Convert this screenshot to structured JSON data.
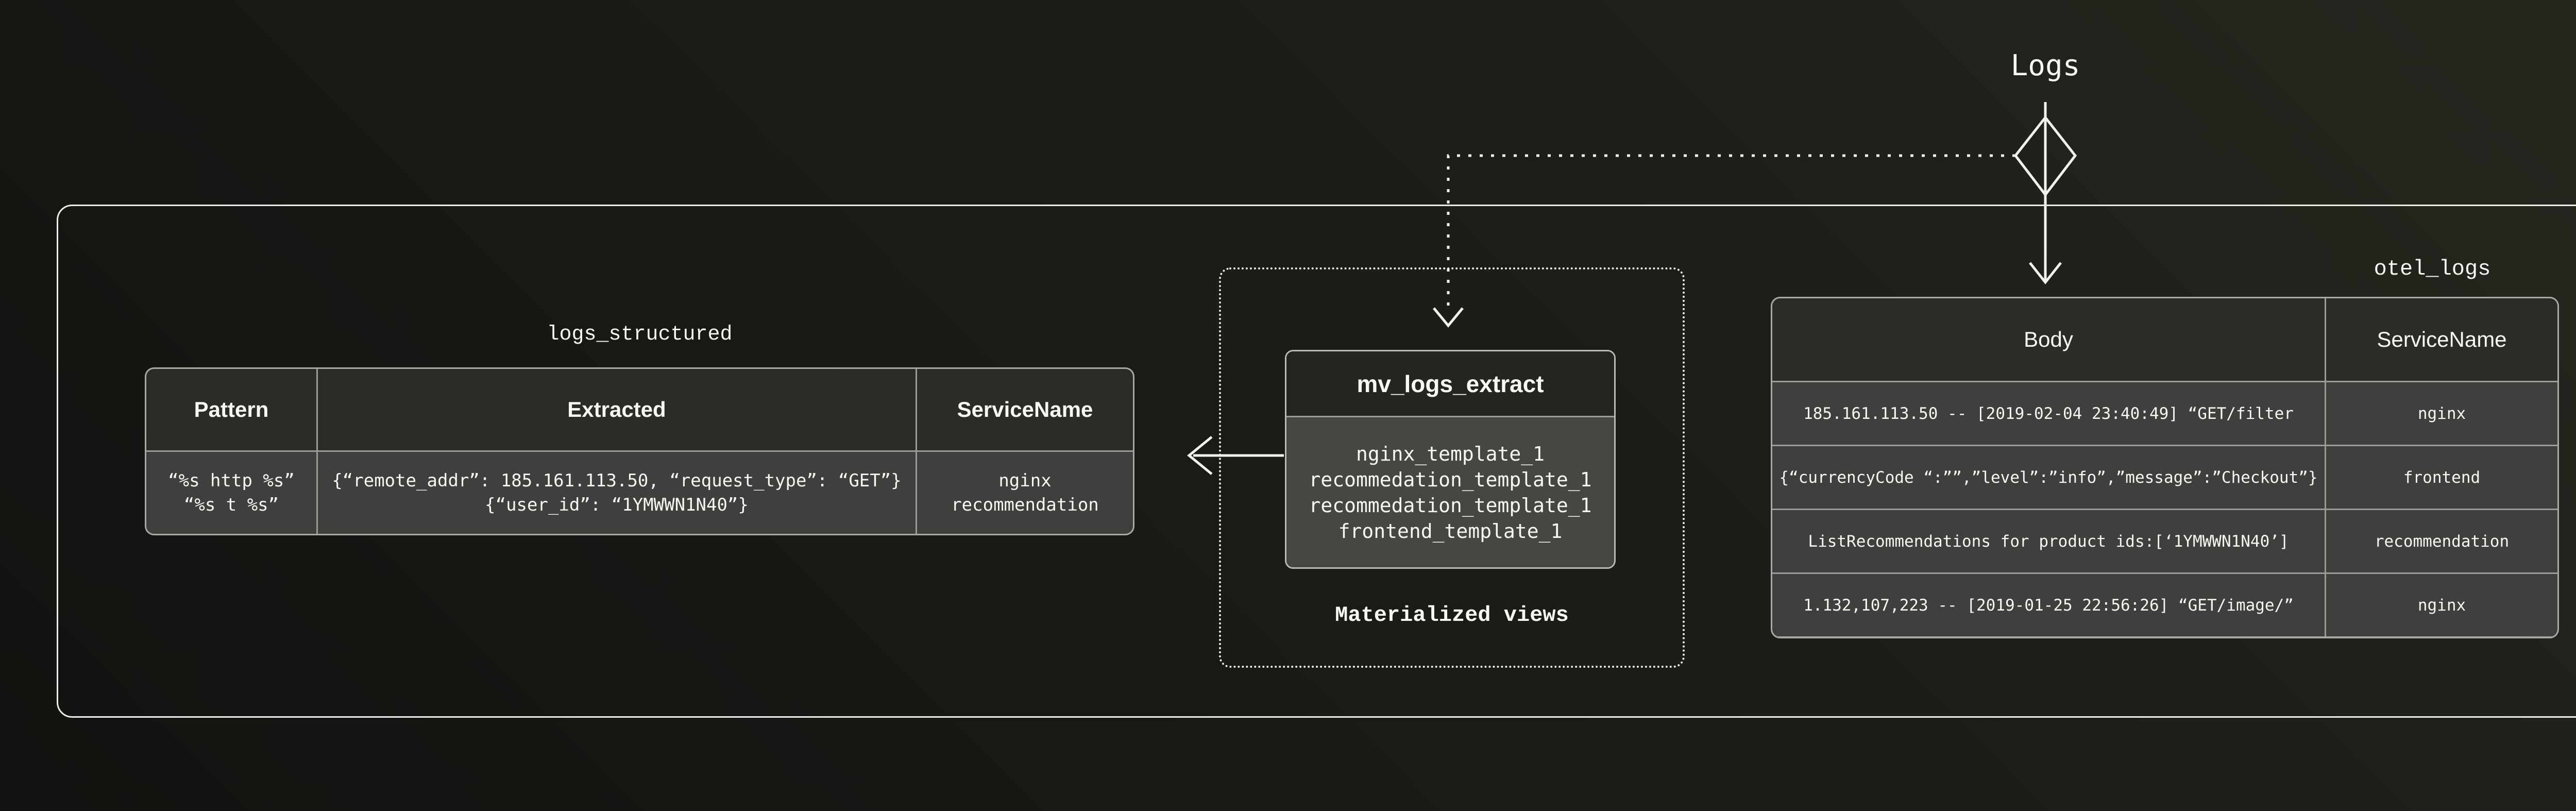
{
  "labels": {
    "logs": "Logs"
  },
  "colors": {
    "background_light": "#27271f",
    "background_dark": "#121210",
    "container_border": "#ecebe7",
    "table_header_bg": "#2b2b28",
    "table_row_bg": "#403f3d",
    "table_divider": "#9a9a97",
    "mv_header_bg": "#242421",
    "mv_body_bg": "#464643",
    "connector_line": "#f1f1ee",
    "text": "#f7f7f4"
  },
  "logs_structured": {
    "title": "logs_structured",
    "columns": [
      "Pattern",
      "Extracted",
      "ServiceName"
    ],
    "row": {
      "pattern": [
        "“%s http %s”",
        "“%s t %s”"
      ],
      "extracted": [
        "{“remote_addr”: 185.161.113.50, “request_type”: “GET”}",
        "{“user_id”: “1YMWWN1N40”}"
      ],
      "service_name": [
        "nginx",
        "recommendation"
      ]
    }
  },
  "materialized_views": {
    "caption": "Materialized views",
    "box_title": "mv_logs_extract",
    "templates": [
      "nginx_template_1",
      "recommedation_template_1",
      "recommedation_template_1",
      "frontend_template_1"
    ]
  },
  "otel_logs": {
    "title": "otel_logs",
    "columns": [
      "Body",
      "ServiceName"
    ],
    "rows": [
      {
        "body": "185.161.113.50 -- [2019-02-04 23:40:49] “GET/filter",
        "service_name": "nginx"
      },
      {
        "body": "{“currencyCode “:””,”level”:”info”,”message”:”Checkout”}",
        "service_name": "frontend"
      },
      {
        "body": "ListRecommendations for product ids:[‘1YMWWN1N40’]",
        "service_name": "recommendation"
      },
      {
        "body": "1.132,107,223 -- [2019-01-25 22:56:26] “GET/image/”",
        "service_name": "nginx"
      }
    ]
  }
}
